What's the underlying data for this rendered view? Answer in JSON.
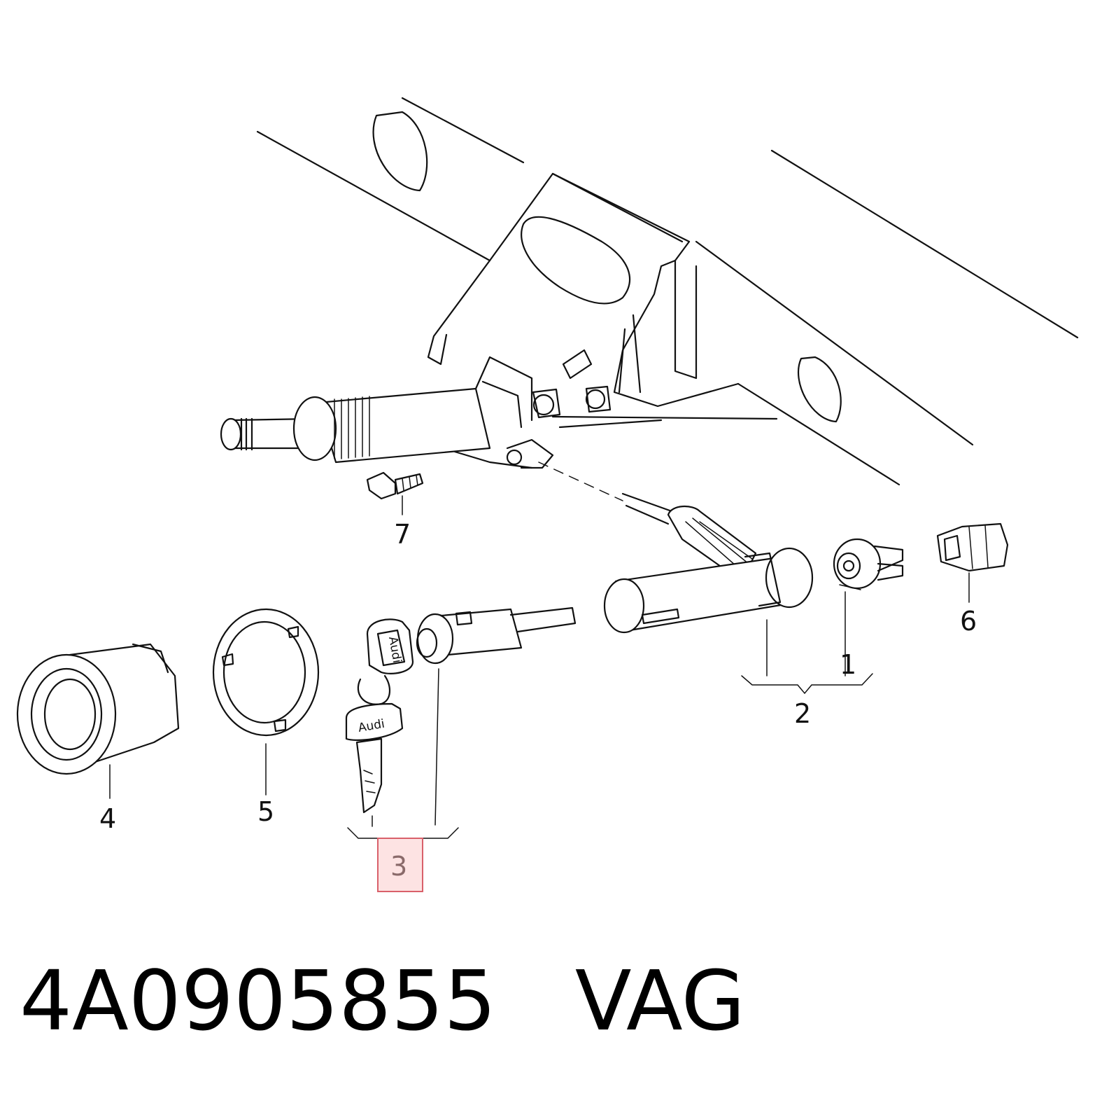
{
  "callouts": {
    "c1": "1",
    "c2": "2",
    "c3": "3",
    "c4": "4",
    "c5": "5",
    "c6": "6",
    "c7": "7"
  },
  "key_brand": "Audi",
  "footer": {
    "part_number": "4A0905855",
    "brand": "VAG"
  },
  "colors": {
    "highlight_fill": "#fde3e3",
    "highlight_stroke": "#d9606a",
    "line": "#111111"
  }
}
